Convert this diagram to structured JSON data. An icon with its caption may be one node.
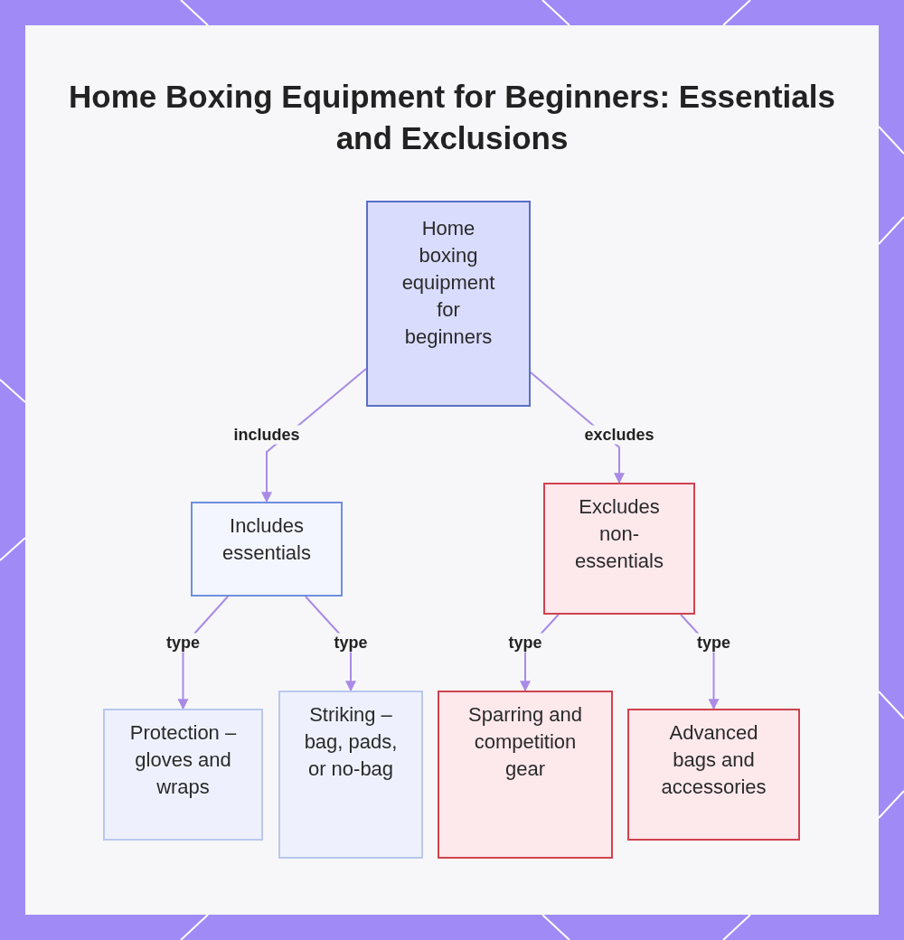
{
  "diagram": {
    "title": "Home Boxing Equipment for Beginners: Essentials and Exclusions",
    "nodes": [
      {
        "text": [
          "Home boxing equipment for beginners"
        ]
      },
      {
        "text": [
          "Includes essentials"
        ]
      },
      {
        "text": [
          "Excludes non-essentials"
        ]
      },
      {
        "text": [
          "Protection – gloves and wraps"
        ]
      },
      {
        "text": [
          "Striking – bag, pads, or no-bag"
        ]
      },
      {
        "text": [
          "Sparring and competition gear"
        ]
      },
      {
        "text": [
          "Advanced bags and accessories"
        ]
      }
    ],
    "edges": [
      {
        "from": 0,
        "to": 1,
        "arrow": "to",
        "label": "includes"
      },
      {
        "from": 0,
        "to": 2,
        "arrow": "to",
        "label": "excludes"
      },
      {
        "from": 1,
        "to": 3,
        "arrow": "to",
        "label": "type"
      },
      {
        "from": 1,
        "to": 4,
        "arrow": "to",
        "label": "type"
      },
      {
        "from": 2,
        "to": 5,
        "arrow": "to",
        "label": "type"
      },
      {
        "from": 2,
        "to": 6,
        "arrow": "to",
        "label": "type"
      }
    ]
  }
}
